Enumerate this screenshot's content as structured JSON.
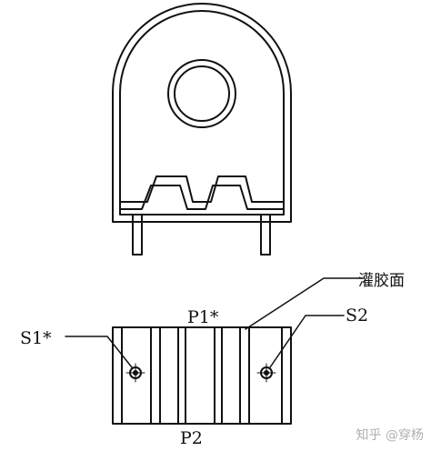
{
  "labels": {
    "potting_surface": "灌胶面",
    "p1": "P1*",
    "p2": "P2",
    "s1": "S1*",
    "s2": "S2"
  },
  "watermark": "知乎 @穿杨",
  "colors": {
    "line": "#111111",
    "background": "#ffffff",
    "watermark": "#b0b0b0"
  }
}
